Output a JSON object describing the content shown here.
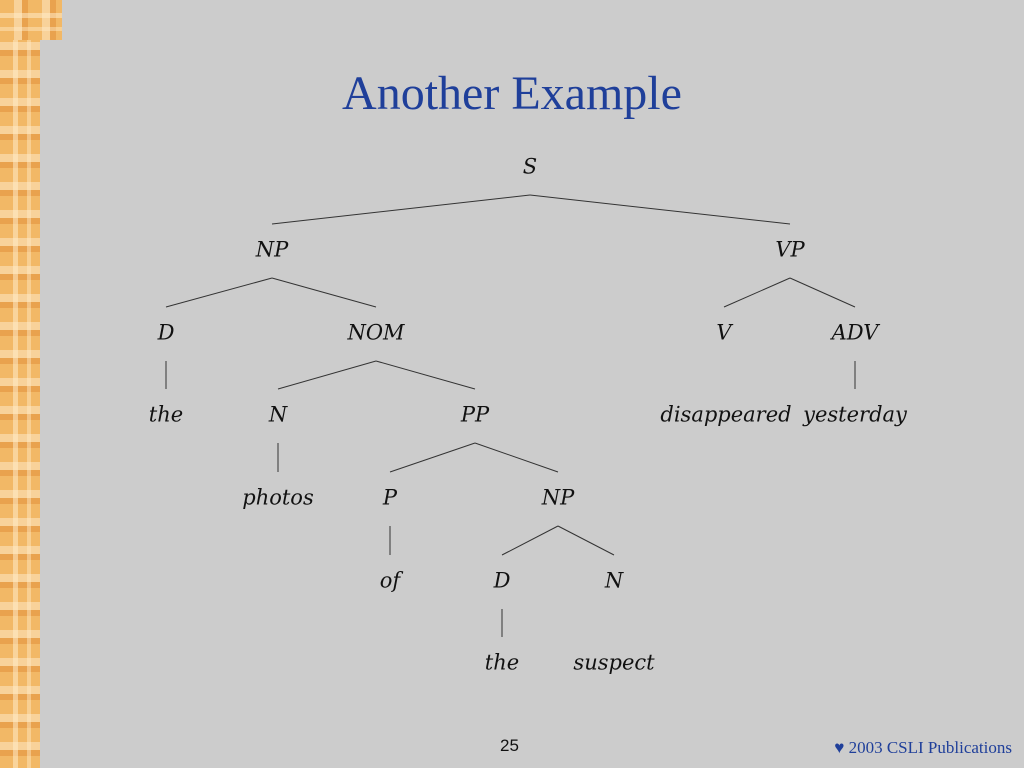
{
  "slide": {
    "title": "Another Example",
    "page_number": "25",
    "footer_symbol": "♥",
    "footer_text": "2003 CSLI Publications"
  },
  "tree": {
    "nodes": [
      {
        "id": "S",
        "label": "S"
      },
      {
        "id": "NP1",
        "label": "NP"
      },
      {
        "id": "VP",
        "label": "VP"
      },
      {
        "id": "D1",
        "label": "D"
      },
      {
        "id": "NOM",
        "label": "NOM"
      },
      {
        "id": "V",
        "label": "V"
      },
      {
        "id": "ADV",
        "label": "ADV"
      },
      {
        "id": "the1",
        "label": "the"
      },
      {
        "id": "N1",
        "label": "N"
      },
      {
        "id": "PP",
        "label": "PP"
      },
      {
        "id": "disappeared",
        "label": "disappeared"
      },
      {
        "id": "yesterday",
        "label": "yesterday"
      },
      {
        "id": "photos",
        "label": "photos"
      },
      {
        "id": "P",
        "label": "P"
      },
      {
        "id": "NP2",
        "label": "NP"
      },
      {
        "id": "of",
        "label": "of"
      },
      {
        "id": "D2",
        "label": "D"
      },
      {
        "id": "N2",
        "label": "N"
      },
      {
        "id": "the2",
        "label": "the"
      },
      {
        "id": "suspect",
        "label": "suspect"
      }
    ],
    "edges": [
      [
        "S",
        "NP1"
      ],
      [
        "S",
        "VP"
      ],
      [
        "NP1",
        "D1"
      ],
      [
        "NP1",
        "NOM"
      ],
      [
        "VP",
        "V"
      ],
      [
        "VP",
        "ADV"
      ],
      [
        "D1",
        "the1"
      ],
      [
        "NOM",
        "N1"
      ],
      [
        "NOM",
        "PP"
      ],
      [
        "ADV",
        "yesterday"
      ],
      [
        "N1",
        "photos"
      ],
      [
        "PP",
        "P"
      ],
      [
        "PP",
        "NP2"
      ],
      [
        "P",
        "of"
      ],
      [
        "NP2",
        "D2"
      ],
      [
        "NP2",
        "N2"
      ],
      [
        "D2",
        "the2"
      ]
    ]
  }
}
